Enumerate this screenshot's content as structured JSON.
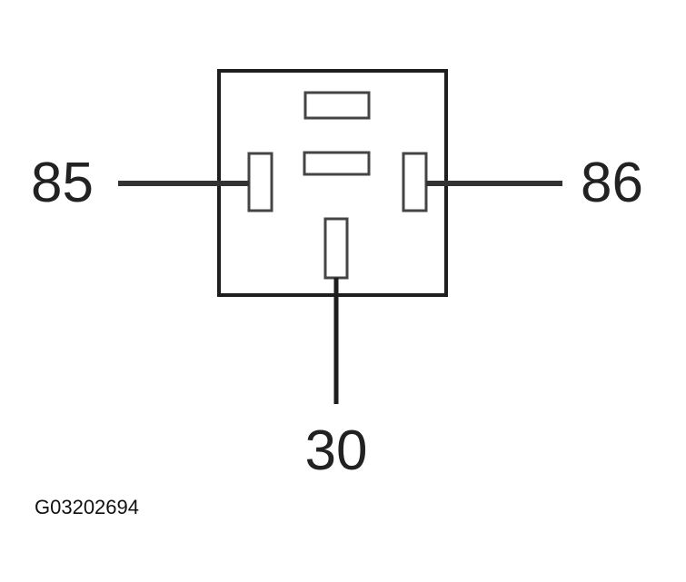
{
  "colors": {
    "background": "#ffffff",
    "stroke": "#1e1e1e",
    "wire": "#333333",
    "text": "#222222"
  },
  "pins": {
    "left_label": "85",
    "right_label": "86",
    "bottom_label": "30"
  },
  "figure_id": "G03202694"
}
